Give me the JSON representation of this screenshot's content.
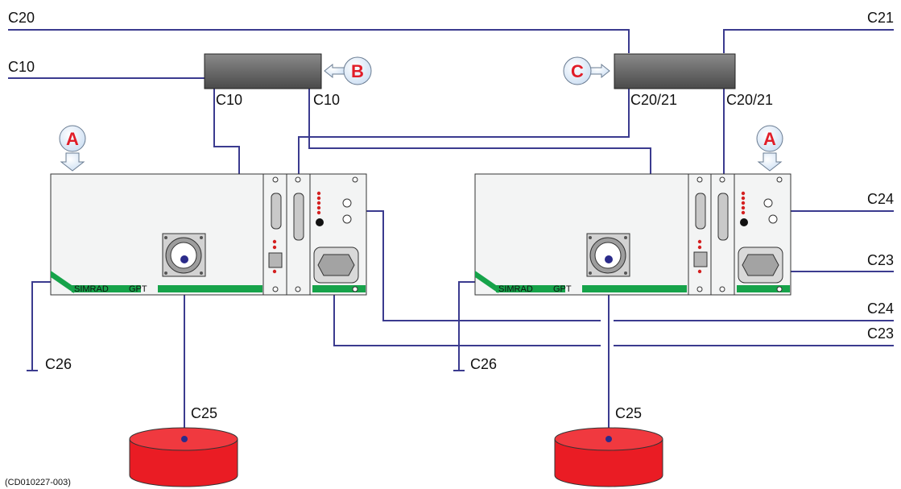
{
  "labels": {
    "c20_left": "C20",
    "c10_left": "C10",
    "c21_right": "C21",
    "junction_b_c10_a": "C10",
    "junction_b_c10_b": "C10",
    "junction_c_c2021_a": "C20/21",
    "junction_c_c2021_b": "C20/21",
    "c24_top": "C24",
    "c23_top": "C23",
    "c24_bottom": "C24",
    "c23_bottom": "C23",
    "c26_left": "C26",
    "c26_right": "C26",
    "c25_left": "C25",
    "c25_right": "C25",
    "figure_id": "(CD010227-003)"
  },
  "callouts": {
    "a": "A",
    "b": "B",
    "c": "C"
  },
  "units": {
    "brand": "SIMRAD",
    "model": "GPT"
  },
  "colors": {
    "cable": "#3b3b8f",
    "box_fill": "#f3f4f4",
    "junction_fill": "#5e5e5e",
    "stripe_green": "#16a34a",
    "callout_red": "#e11d28",
    "callout_fill": "#e6effa",
    "disk_red": "#ea1c24",
    "led_red": "#d42020"
  }
}
